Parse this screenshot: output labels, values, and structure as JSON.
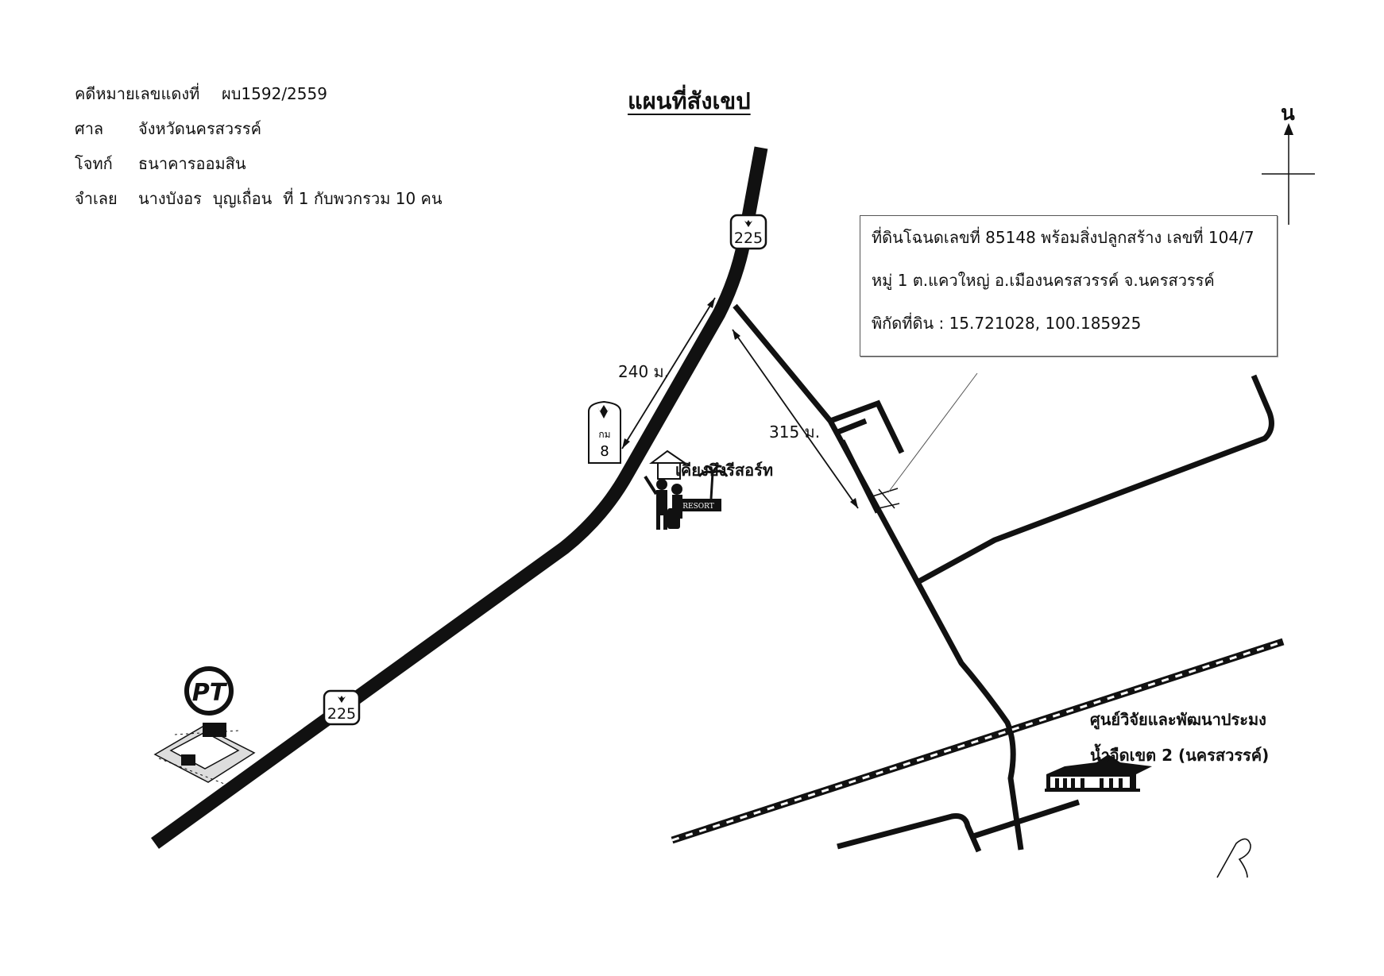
{
  "case": {
    "red_case_label": "คดีหมายเลขแดงที่",
    "red_case_value": "ผบ1592/2559",
    "court_label": "ศาล",
    "court_value": "จังหวัดนครสวรรค์",
    "plaintiff_label": "โจทก์",
    "plaintiff_value": "ธนาคารออมสิน",
    "defendant_label": "จำเลย",
    "defendant_name": "นางบังอร",
    "defendant_surname": "บุญเถื่อน",
    "defendant_extra": "ที่ 1 กับพวกรวม 10 คน"
  },
  "map": {
    "title": "แผนที่สังเขป",
    "north_label": "น",
    "land": {
      "line1": "ที่ดินโฉนดเลขที่  85148 พร้อมสิ่งปลูกสร้าง เลขที่ 104/7",
      "line2": "หมู่ 1  ต.แควใหญ่  อ.เมืองนครสวรรค์  จ.นครสวรรค์",
      "line3": "พิกัดที่ดิน : 15.721028, 100.185925"
    },
    "highway_number_top": "225",
    "highway_number_bottom": "225",
    "distance_1": "240 ม.",
    "distance_2": "315 ม.",
    "km_marker_abbr": "กม",
    "km_marker_number": "8",
    "resort_label": "เคียงบึงรีสอร์ท",
    "resort_sign": "RESORT",
    "research_center_line1": "ศูนย์วิจัยและพัฒนาประมง",
    "research_center_line2": "น้ำจืดเขต 2 (นครสวรรค์)",
    "gas_station_logo": "PT",
    "colors": {
      "road": "#111111",
      "background": "#ffffff"
    },
    "icons": [
      "north-arrow-icon",
      "garuda-icon",
      "pt-logo-icon",
      "resort-icon",
      "building-icon",
      "signature-icon"
    ]
  }
}
